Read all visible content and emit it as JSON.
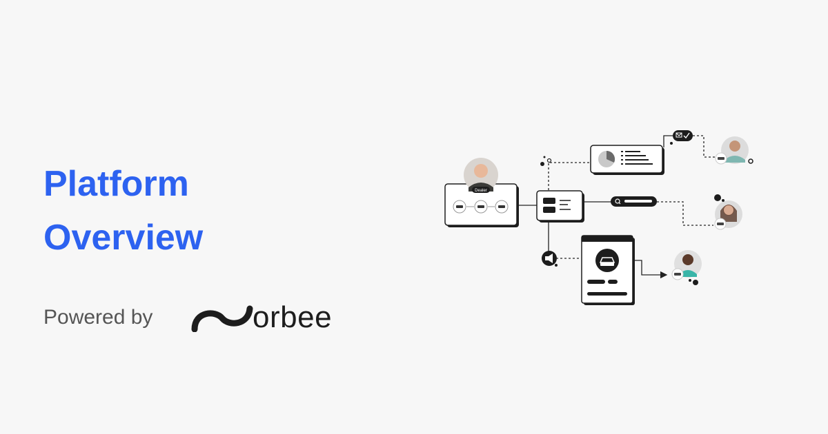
{
  "heading": {
    "line1": "Platform",
    "line2": "Overview"
  },
  "powered_by": {
    "label": "Powered by",
    "logo_text": "orbee"
  },
  "diagram": {
    "dealer_label": "Dealer"
  },
  "colors": {
    "brand_blue": "#2d62f0",
    "background": "#f7f7f7",
    "ink": "#1d1d1d"
  }
}
